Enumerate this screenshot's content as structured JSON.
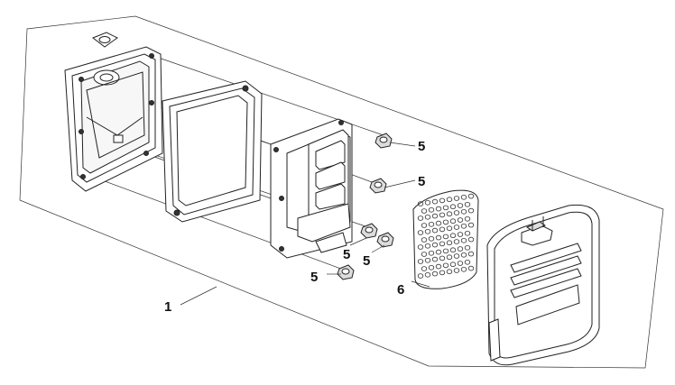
{
  "diagram": {
    "callouts": [
      {
        "id": "callout-1",
        "label": "1"
      },
      {
        "id": "callout-5a",
        "label": "5"
      },
      {
        "id": "callout-5b",
        "label": "5"
      },
      {
        "id": "callout-5c",
        "label": "5"
      },
      {
        "id": "callout-5d",
        "label": "5"
      },
      {
        "id": "callout-5e",
        "label": "5"
      },
      {
        "id": "callout-6",
        "label": "6"
      }
    ]
  }
}
